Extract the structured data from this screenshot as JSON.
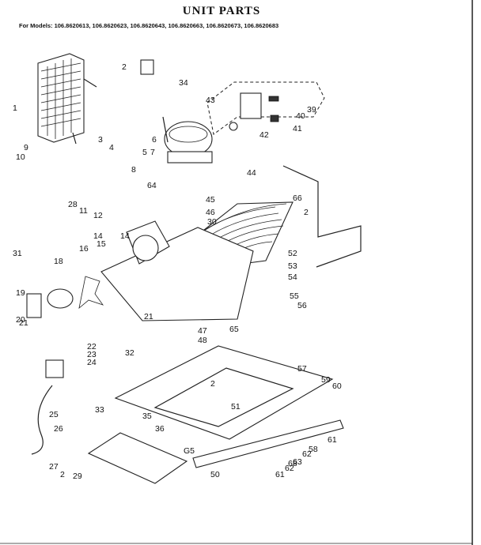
{
  "header": {
    "title": "UNIT PARTS",
    "models": "For Models: 106.8620613, 106.8620623, 106.8620643, 106.8620663, 106.8620673, 106.8620683"
  },
  "diagram": {
    "note": "G5",
    "callouts": [
      "1",
      "2",
      "3",
      "4",
      "5",
      "6",
      "7",
      "8",
      "9",
      "10",
      "11",
      "12",
      "14",
      "15",
      "16",
      "18",
      "19",
      "20",
      "21",
      "21",
      "22",
      "23",
      "24",
      "25",
      "26",
      "27",
      "2",
      "28",
      "29",
      "30",
      "31",
      "32",
      "33",
      "34",
      "35",
      "36",
      "39",
      "40",
      "41",
      "42",
      "43",
      "44",
      "45",
      "46",
      "2",
      "47",
      "48",
      "50",
      "51",
      "52",
      "53",
      "54",
      "55",
      "56",
      "57",
      "59",
      "60",
      "61",
      "61",
      "62",
      "62",
      "63",
      "64",
      "65",
      "66",
      "68",
      "58",
      "2",
      "14"
    ]
  }
}
